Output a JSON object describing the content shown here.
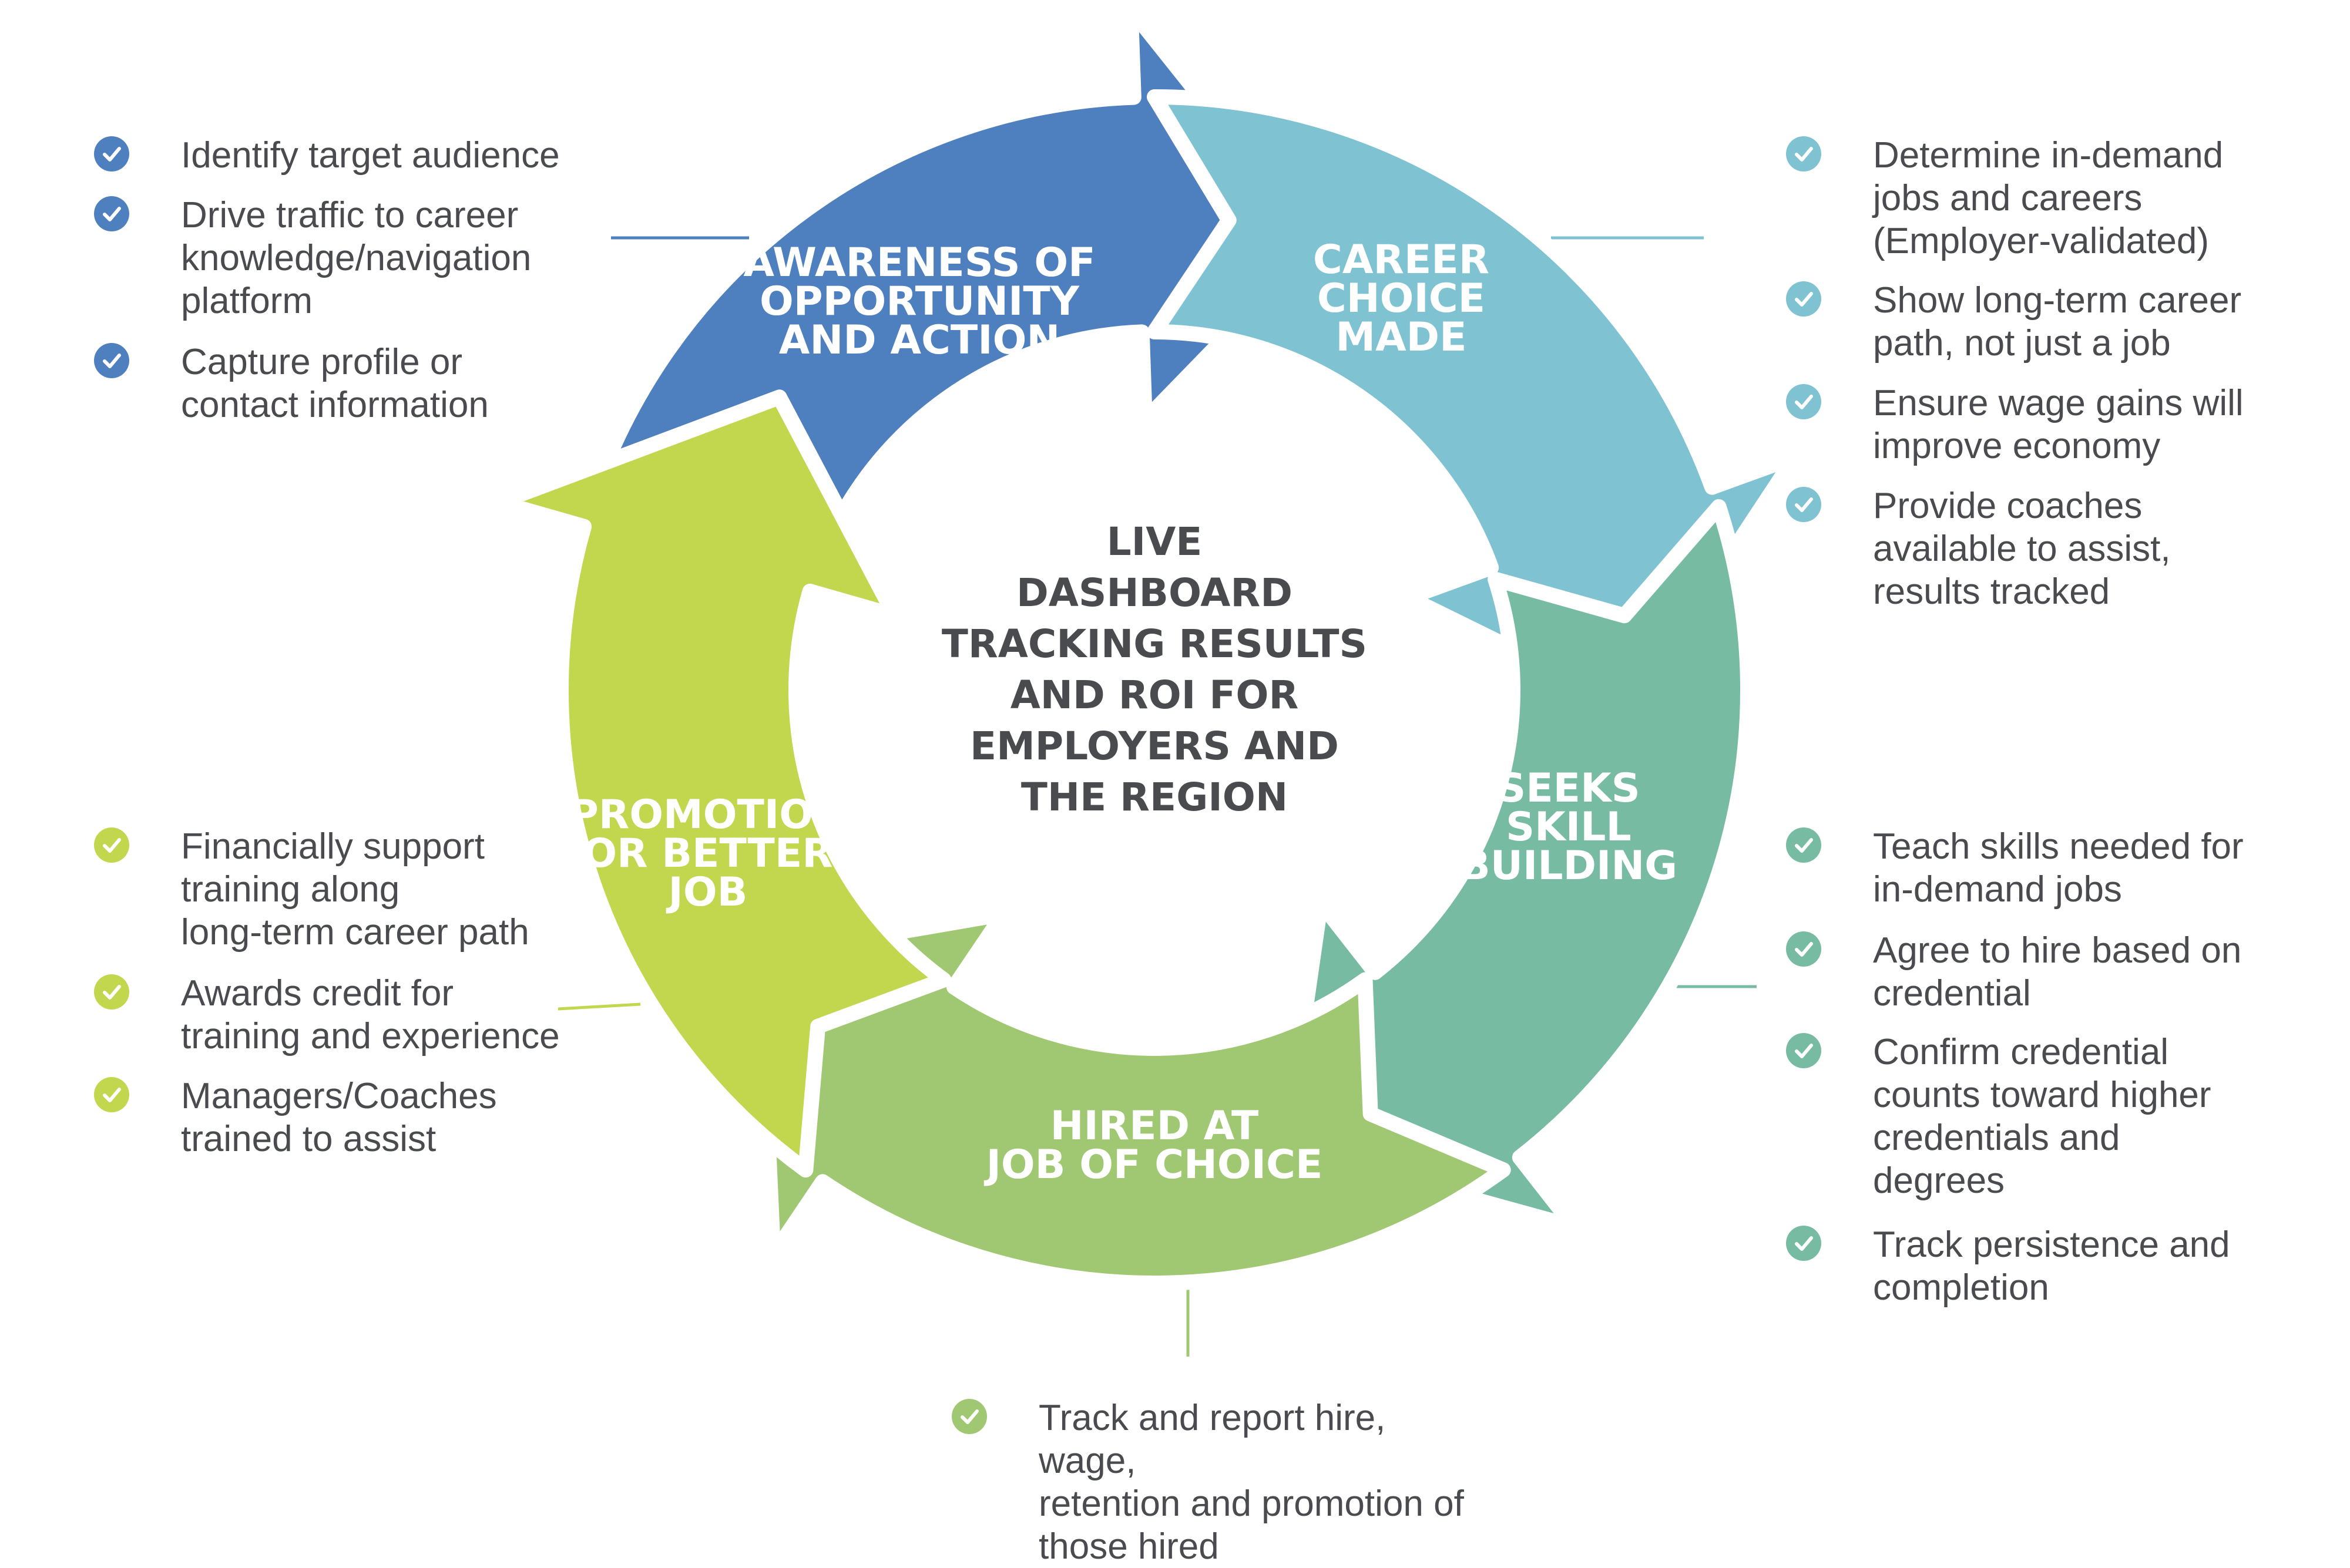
{
  "colors": {
    "awareness": "#4e7fbf",
    "career": "#7fc3d2",
    "skill": "#77bca2",
    "hired": "#a0c873",
    "promotion": "#c2d64e",
    "text": "#4a4b4f"
  },
  "center": {
    "lines": [
      "LIVE",
      "DASHBOARD",
      "TRACKING RESULTS",
      "AND ROI FOR",
      "EMPLOYERS AND",
      "THE REGION"
    ]
  },
  "stages": [
    {
      "id": "awareness",
      "label_lines": [
        "AWARENESS OF",
        "OPPORTUNITY",
        "AND ACTION"
      ]
    },
    {
      "id": "career",
      "label_lines": [
        "CAREER",
        "CHOICE",
        "MADE"
      ]
    },
    {
      "id": "skill",
      "label_lines": [
        "SEEKS",
        "SKILL",
        "BUILDING"
      ]
    },
    {
      "id": "hired",
      "label_lines": [
        "HIRED AT",
        "JOB OF CHOICE"
      ]
    },
    {
      "id": "promotion",
      "label_lines": [
        "PROMOTION",
        "OR BETTER",
        "JOB"
      ]
    }
  ],
  "checklists": {
    "awareness": [
      "Identify target audience",
      "Drive traffic to career\nknowledge/navigation\nplatform",
      "Capture profile or\ncontact information"
    ],
    "career": [
      "Determine in-demand\njobs and careers\n(Employer-validated)",
      "Show long-term career\npath, not just a job",
      "Ensure wage gains will\nimprove economy",
      "Provide coaches\navailable to assist,\nresults tracked"
    ],
    "skill": [
      "Teach skills needed for\nin-demand jobs",
      "Agree to hire based on\ncredential",
      "Confirm credential\ncounts toward higher\ncredentials and\ndegrees",
      "Track persistence and\ncompletion"
    ],
    "hired": [
      "Track and report hire, wage,\nretention and promotion of\nthose hired"
    ],
    "promotion": [
      "Financially support\ntraining along\nlong-term career path",
      "Awards credit for\ntraining and experience",
      "Managers/Coaches\ntrained to assist"
    ]
  },
  "icons": {
    "check": "check-circle-icon"
  }
}
